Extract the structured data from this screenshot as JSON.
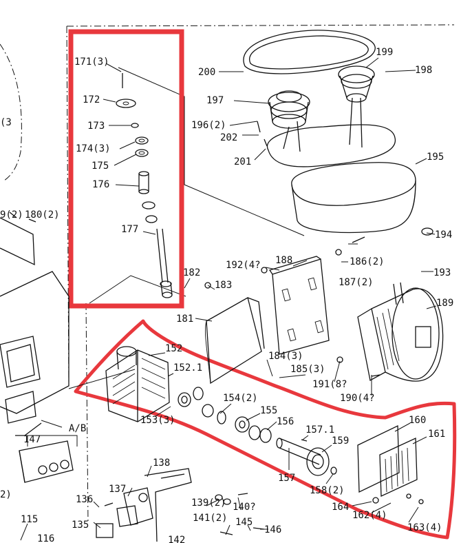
{
  "colors": {
    "line": "#111111",
    "highlight": "#e8383d",
    "paper": "#ffffff"
  },
  "labels": {
    "l171": "171(3)",
    "l172": "172",
    "l173": "173",
    "l174": "174(3)",
    "l175": "175",
    "l176": "176",
    "l177": "177",
    "l200": "200",
    "l199": "199",
    "l198": "198",
    "l197": "197",
    "l196": "196(2)",
    "l202": "202",
    "l201": "201",
    "l195": "195",
    "l194": "194",
    "l193": "193",
    "l189": "189",
    "l188": "188",
    "l192": "192(4?",
    "l186": "186(2)",
    "l187": "187(2)",
    "l182": "182",
    "l183": "183",
    "l181": "181",
    "l184": "184(3)",
    "l185": "185(3)",
    "l191": "191(8?",
    "l190": "190(4?",
    "l152": "152",
    "l1521": "152.1",
    "l153": "153(3)",
    "l154": "154(2)",
    "l155": "155",
    "l156": "156",
    "l1571": "157.1",
    "l157": "157",
    "l159": "159",
    "l158": "158(2)",
    "l160": "160",
    "l161": "161",
    "l164": "164",
    "l162": "162(4)",
    "l163": "163(4)",
    "l180": "180(2)",
    "l179": "9(2)",
    "lab": "A/B",
    "l147": "147",
    "l138": "138",
    "l137": "137",
    "l136": "136",
    "l135": "135",
    "l139": "139(2)",
    "l140": "140?",
    "l141": "141(2)",
    "l145": "145",
    "l146": "146",
    "l142": "142",
    "l115": "115",
    "l116": "116",
    "lx2": "2)",
    "lx3": "(3"
  }
}
